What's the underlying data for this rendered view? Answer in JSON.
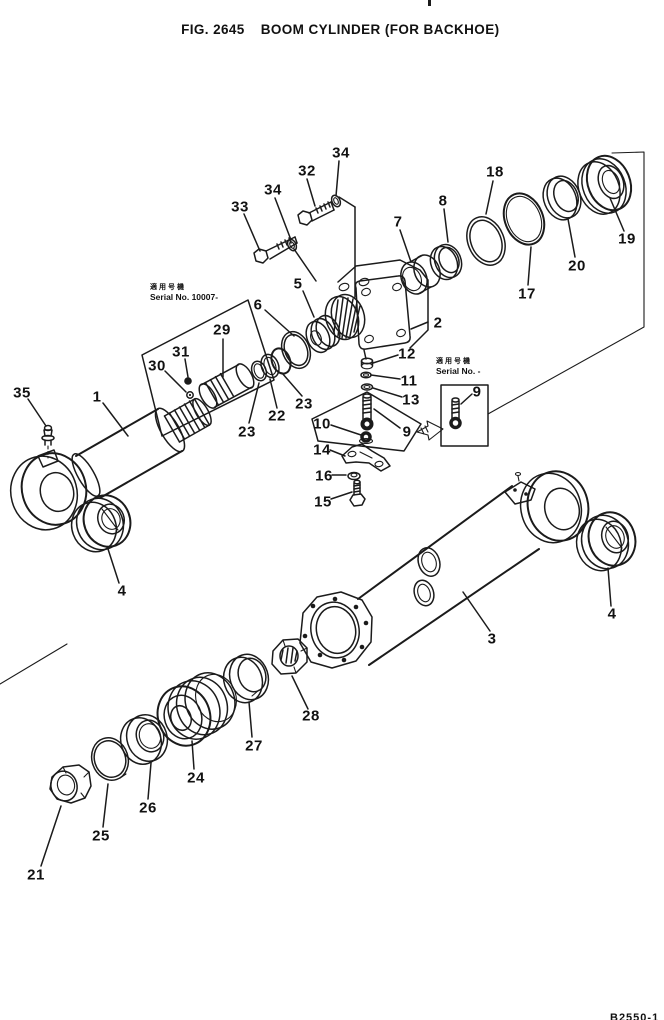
{
  "figure": {
    "fig_no": "FIG. 2645",
    "name": "BOOM CYLINDER (FOR BACKHOE)",
    "doc_code": "B2550-1"
  },
  "notes": {
    "serial_left_jp": "適用号機",
    "serial_left_en": "Serial No. 10007-",
    "serial_right_jp": "適用号機",
    "serial_right_en": "Serial No.      -"
  },
  "part_labels": [
    {
      "n": "35"
    },
    {
      "n": "1"
    },
    {
      "n": "30"
    },
    {
      "n": "31"
    },
    {
      "n": "29"
    },
    {
      "n": "23"
    },
    {
      "n": "22"
    },
    {
      "n": "23"
    },
    {
      "n": "6"
    },
    {
      "n": "5"
    },
    {
      "n": "2"
    },
    {
      "n": "7"
    },
    {
      "n": "8"
    },
    {
      "n": "18"
    },
    {
      "n": "17"
    },
    {
      "n": "20"
    },
    {
      "n": "19"
    },
    {
      "n": "33"
    },
    {
      "n": "34"
    },
    {
      "n": "32"
    },
    {
      "n": "34"
    },
    {
      "n": "12"
    },
    {
      "n": "11"
    },
    {
      "n": "13"
    },
    {
      "n": "10"
    },
    {
      "n": "9"
    },
    {
      "n": "9"
    },
    {
      "n": "14"
    },
    {
      "n": "16"
    },
    {
      "n": "15"
    },
    {
      "n": "3"
    },
    {
      "n": "4"
    },
    {
      "n": "4"
    },
    {
      "n": "28"
    },
    {
      "n": "27"
    },
    {
      "n": "24"
    },
    {
      "n": "26"
    },
    {
      "n": "25"
    },
    {
      "n": "21"
    }
  ]
}
